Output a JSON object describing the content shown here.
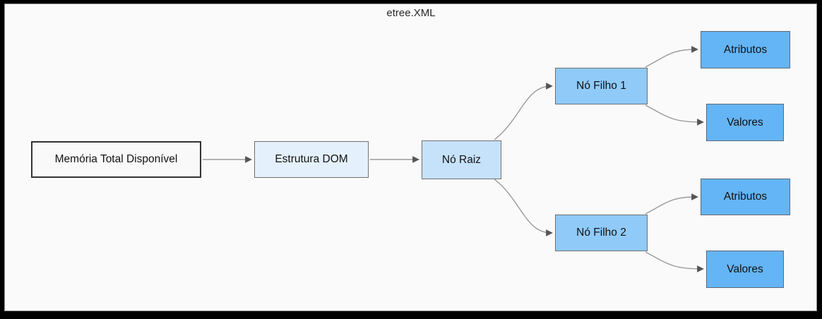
{
  "title": "etree.XML",
  "colors": {
    "canvas_background": "#fafafa",
    "frame": "#000000",
    "edge_line": "#999999",
    "arrowhead": "#555555",
    "memory_node_fill": "#f9f9f9",
    "memory_node_border": "#333333",
    "level1_fill": "#e4f1fc",
    "level2_fill": "#c6e2fb",
    "level3_fill": "#90caf9",
    "level4_fill": "#64b5f6",
    "node_border": "#707070",
    "text": "#111111"
  },
  "nodes": {
    "memoria": {
      "label": "Memória Total Disponível"
    },
    "estrutura": {
      "label": "Estrutura DOM"
    },
    "no_raiz": {
      "label": "Nó Raiz"
    },
    "no_filho_1": {
      "label": "Nó Filho 1"
    },
    "atributos_1": {
      "label": "Atributos"
    },
    "valores_1": {
      "label": "Valores"
    },
    "no_filho_2": {
      "label": "Nó Filho 2"
    },
    "atributos_2": {
      "label": "Atributos"
    },
    "valores_2": {
      "label": "Valores"
    }
  },
  "edges": [
    {
      "from": "memoria",
      "to": "estrutura"
    },
    {
      "from": "estrutura",
      "to": "no_raiz"
    },
    {
      "from": "no_raiz",
      "to": "no_filho_1"
    },
    {
      "from": "no_raiz",
      "to": "no_filho_2"
    },
    {
      "from": "no_filho_1",
      "to": "atributos_1"
    },
    {
      "from": "no_filho_1",
      "to": "valores_1"
    },
    {
      "from": "no_filho_2",
      "to": "atributos_2"
    },
    {
      "from": "no_filho_2",
      "to": "valores_2"
    }
  ]
}
